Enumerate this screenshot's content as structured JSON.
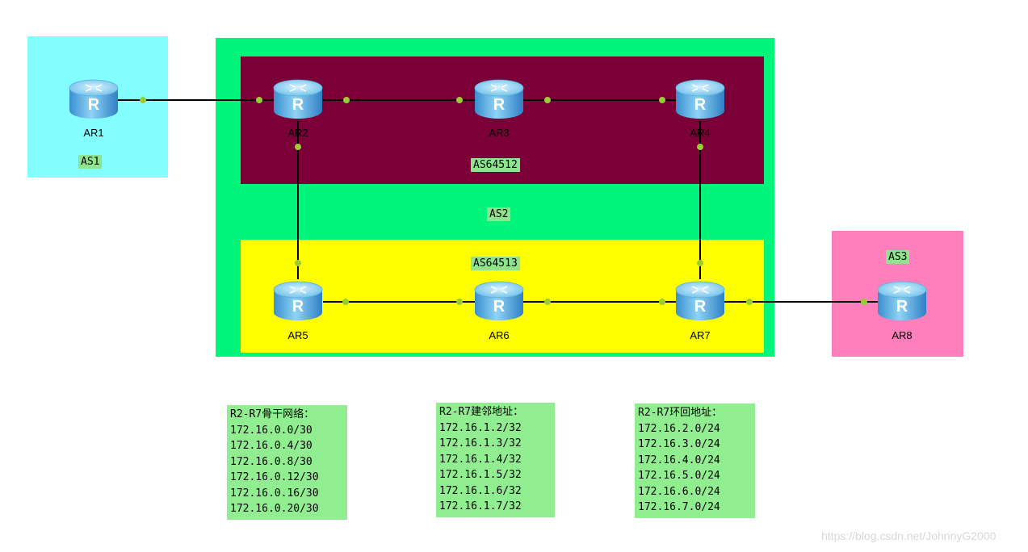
{
  "zones": {
    "as1": {
      "label": "AS1"
    },
    "as2": {
      "label": "AS2"
    },
    "as64512": {
      "label": "AS64512"
    },
    "as64513": {
      "label": "AS64513"
    },
    "as3": {
      "label": "AS3"
    }
  },
  "routers": {
    "ar1": "AR1",
    "ar2": "AR2",
    "ar3": "AR3",
    "ar4": "AR4",
    "ar5": "AR5",
    "ar6": "AR6",
    "ar7": "AR7",
    "ar8": "AR8"
  },
  "icon": {
    "name": "router-icon",
    "glyph": "R"
  },
  "links": [
    [
      "AR1",
      "AR2"
    ],
    [
      "AR2",
      "AR3"
    ],
    [
      "AR3",
      "AR4"
    ],
    [
      "AR2",
      "AR5"
    ],
    [
      "AR4",
      "AR7"
    ],
    [
      "AR5",
      "AR6"
    ],
    [
      "AR6",
      "AR7"
    ],
    [
      "AR7",
      "AR8"
    ]
  ],
  "colors": {
    "as1": "#84ffff",
    "as2": "#00f57a",
    "as64512": "#7b0037",
    "as64513": "#ffff00",
    "as3": "#ff7fbd",
    "label_bg": "#8fe58f",
    "link": "#000000",
    "port_dot": "#9acd32"
  },
  "info_boxes": {
    "backbone": {
      "title": "R2-R7骨干网络：",
      "lines": [
        "172.16.0.0/30",
        "172.16.0.4/30",
        "172.16.0.8/30",
        "172.16.0.12/30",
        "172.16.0.16/30",
        "172.16.0.20/30"
      ]
    },
    "neighbor": {
      "title": "R2-R7建邻地址：",
      "lines": [
        "172.16.1.2/32",
        "172.16.1.3/32",
        "172.16.1.4/32",
        "172.16.1.5/32",
        "172.16.1.6/32",
        "172.16.1.7/32"
      ]
    },
    "loopback": {
      "title": "R2-R7环回地址：",
      "lines": [
        "172.16.2.0/24",
        "172.16.3.0/24",
        "172.16.4.0/24",
        "172.16.5.0/24",
        "172.16.6.0/24",
        "172.16.7.0/24"
      ]
    }
  },
  "watermark": "https://blog.csdn.net/JohnnyG2000"
}
